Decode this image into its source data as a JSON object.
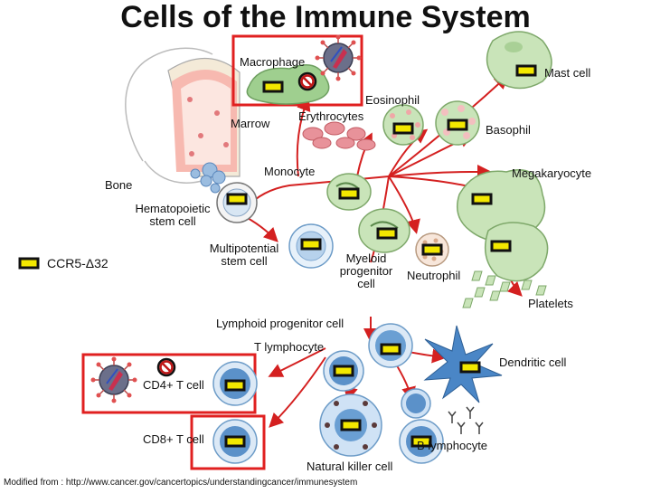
{
  "title": "Cells of the Immune System",
  "labels": {
    "macrophage": "Macrophage",
    "mast_cell": "Mast cell",
    "eosinophil": "Eosinophil",
    "marrow": "Marrow",
    "erythrocytes": "Erythrocytes",
    "basophil": "Basophil",
    "bone": "Bone",
    "monocyte": "Monocyte",
    "megakaryocyte": "Megakaryocyte",
    "hematopoietic_line1": "Hematopoietic",
    "hematopoietic_line2": "stem cell",
    "multipotential_line1": "Multipotential",
    "multipotential_line2": "stem cell",
    "myeloid_line1": "Myeloid",
    "myeloid_line2": "progenitor",
    "myeloid_line3": "cell",
    "neutrophil": "Neutrophil",
    "platelets": "Platelets",
    "lymphoid_progenitor": "Lymphoid progenitor cell",
    "t_lymphocyte": "T lymphocyte",
    "dendritic_cell": "Dendritic cell",
    "cd4_t_cell": "CD4+ T cell",
    "cd8_t_cell": "CD8+ T cell",
    "b_lymphocyte": "B lymphocyte",
    "natural_killer_cell": "Natural killer cell"
  },
  "legend": {
    "label": "CCR5-Δ32"
  },
  "source": "Modified from : http://www.cancer.gov/cancertopics/understandingcancer/immunesystem",
  "colors": {
    "highlight_box": "#e02020",
    "arrow": "#d42020",
    "marker_fill": "#f3e800",
    "macrophage_green": "#9fcf8f",
    "lymphocyte_blue": "#4a86c6",
    "virus": "#6b6f8a",
    "erythrocyte": "#e8929a"
  },
  "icons": [
    "virus-icon",
    "blocked-icon",
    "ccr5-marker-icon"
  ]
}
